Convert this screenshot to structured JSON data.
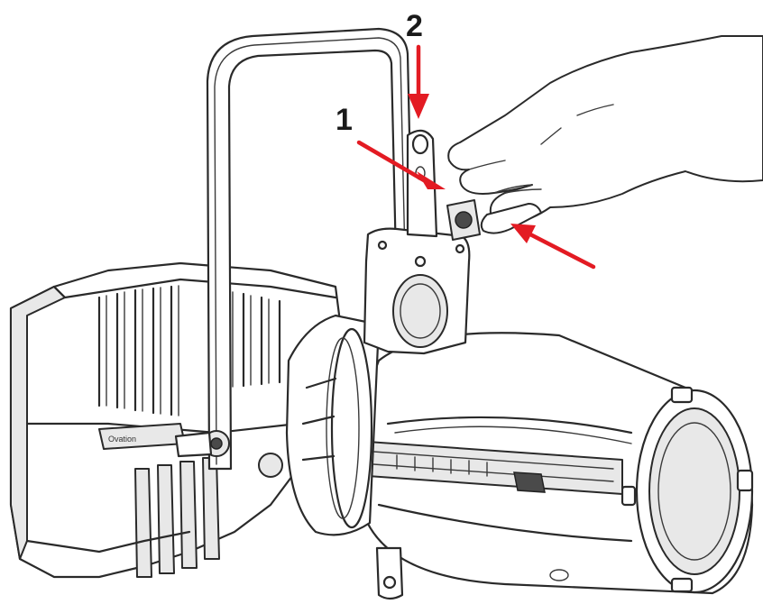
{
  "callouts": {
    "label_1": "1",
    "label_2": "2"
  },
  "colors": {
    "arrow": "#e31b23",
    "line_art": "#2a2a2a",
    "background": "#ffffff"
  },
  "icons": {
    "main": "ellipsoidal-spotlight-fixture",
    "hand": "hand-inserting-gobo-holder"
  }
}
